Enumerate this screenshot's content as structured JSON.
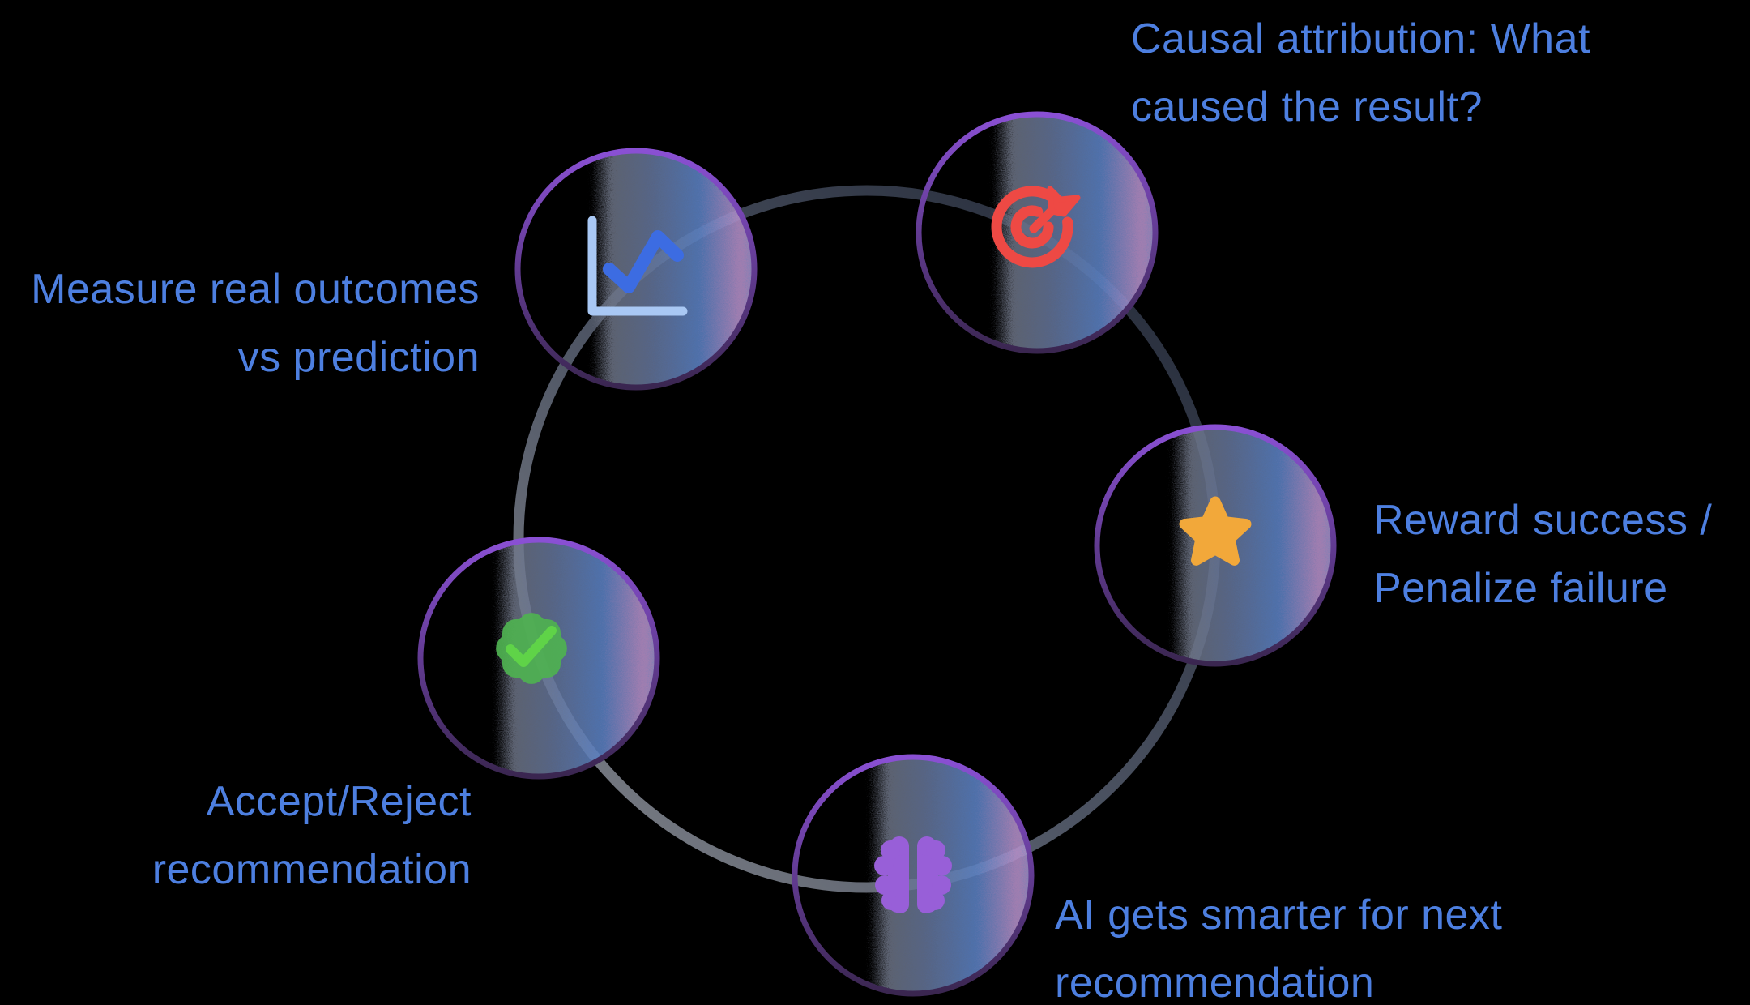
{
  "diagram": {
    "type": "circular-feedback-loop",
    "node_count": 5
  },
  "labels": {
    "causal": {
      "line1": "Causal attribution: What",
      "line2": "caused the result?"
    },
    "measure": {
      "line1": "Measure real outcomes",
      "line2": "vs prediction"
    },
    "reward": {
      "line1": "Reward success /",
      "line2": "Penalize failure"
    },
    "accept": {
      "line1": "Accept/Reject",
      "line2": "recommendation"
    },
    "ai": {
      "line1": "AI gets smarter for next",
      "line2": "recommendation"
    }
  },
  "icons": {
    "measure": "line-chart-icon",
    "causal": "target-arrow-icon",
    "reward": "star-icon",
    "accept": "verified-check-icon",
    "ai": "brain-icon"
  },
  "colors": {
    "background": "#000000",
    "label_text": "#4d7fe0",
    "ring_light": "#83868c",
    "ring_mid": "#4d5463",
    "ring_dark": "#1f2533",
    "node_border_top": "#8a50d4",
    "node_border_bottom": "#3a2650",
    "fill_slate": "#6d7484",
    "fill_blue": "#5a80c2",
    "fill_pink": "#b78fc8",
    "chart_axis": "#a9c8f4",
    "chart_line": "#3c6ce2",
    "target_red": "#ee4944",
    "star_gold": "#f2a83a",
    "badge_green": "#4fb251",
    "check_green": "#5fd348",
    "brain_purple": "#985fd8"
  }
}
